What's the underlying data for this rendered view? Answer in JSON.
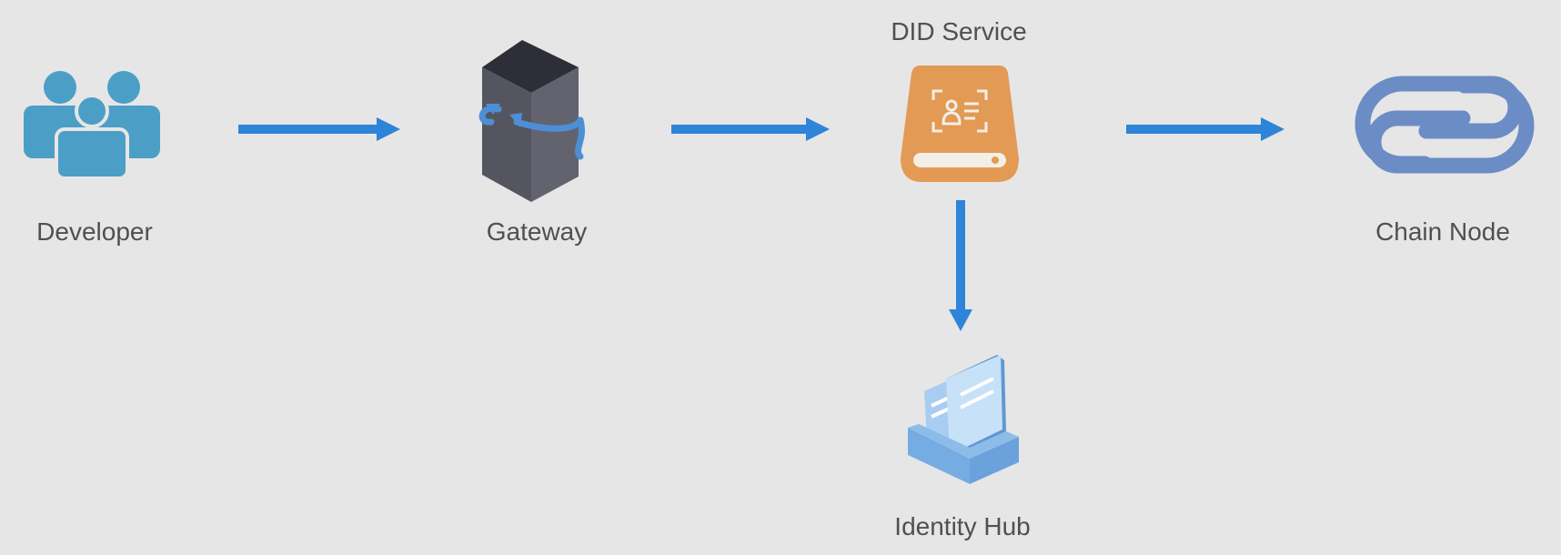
{
  "nodes": {
    "developer": {
      "label": "Developer",
      "icon": "users-icon"
    },
    "gateway": {
      "label": "Gateway",
      "icon": "server-icon"
    },
    "did_service": {
      "label": "DID Service",
      "icon": "id-card-drive-icon"
    },
    "identity_hub": {
      "label": "Identity Hub",
      "icon": "document-tray-icon"
    },
    "chain_node": {
      "label": "Chain Node",
      "icon": "chain-link-icon"
    }
  },
  "edges": [
    {
      "from": "Developer",
      "to": "Gateway"
    },
    {
      "from": "Gateway",
      "to": "DID Service"
    },
    {
      "from": "DID Service",
      "to": "Chain Node"
    },
    {
      "from": "DID Service",
      "to": "Identity Hub"
    }
  ],
  "colors": {
    "background": "#e6e6e6",
    "arrow": "#2e84d8",
    "label": "#505050",
    "developer_icon": "#4b9fc7",
    "did_service_icon": "#e39a55",
    "chain_link_icon": "#6c8cc5"
  }
}
